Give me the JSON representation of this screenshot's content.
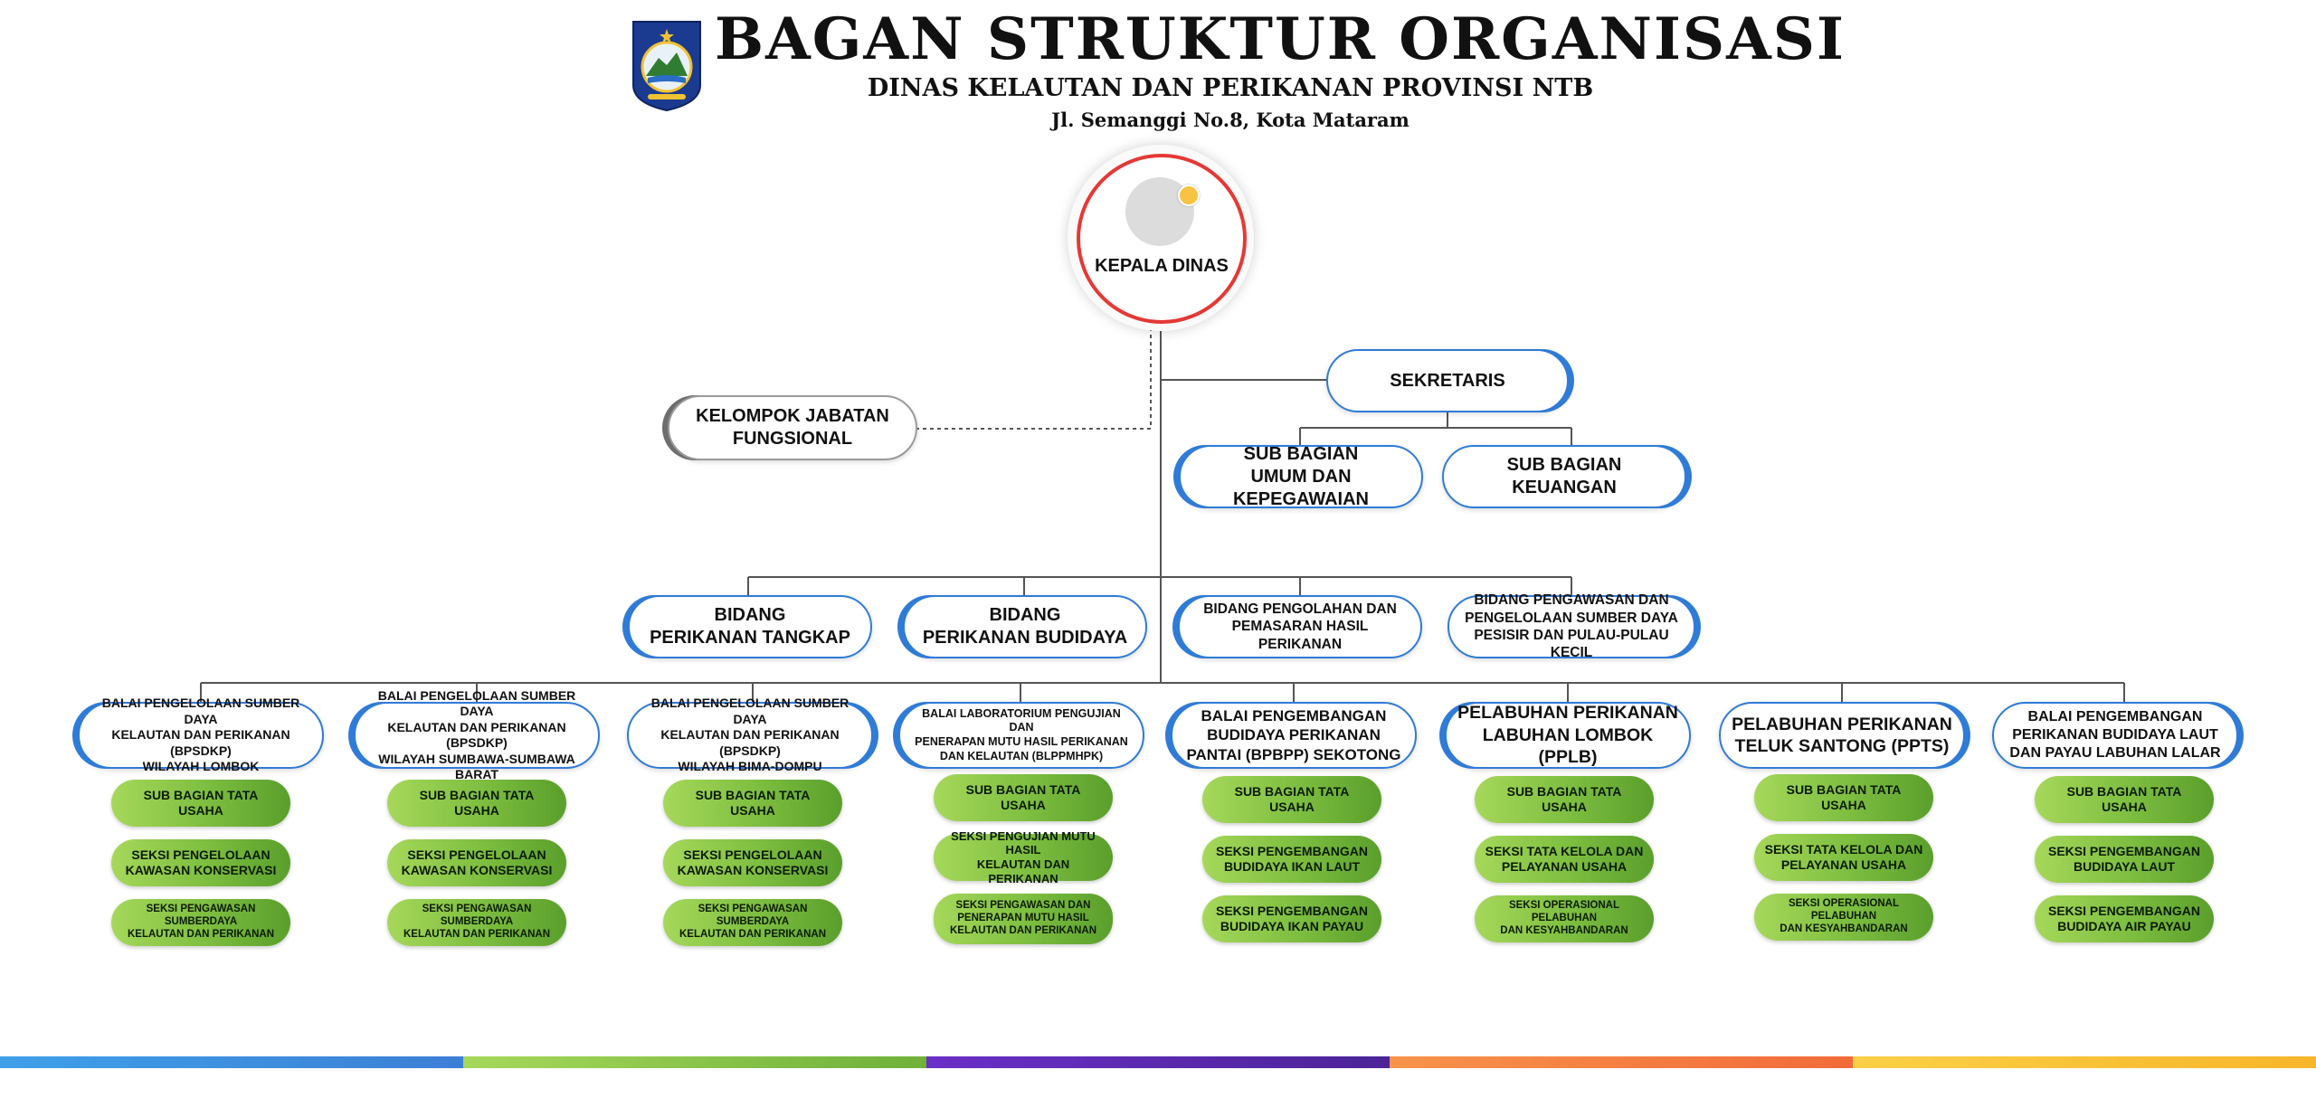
{
  "header": {
    "title": "BAGAN STRUKTUR ORGANISASI",
    "subtitle": "DINAS KELAUTAN DAN PERIKANAN PROVINSI NTB",
    "address": "Jl. Semanggi No.8, Kota Mataram"
  },
  "head": {
    "label": "KEPALA DINAS"
  },
  "fungsional": {
    "line1": "KELOMPOK JABATAN",
    "line2": "FUNGSIONAL"
  },
  "sekretaris": {
    "label": "SEKRETARIS"
  },
  "sub_bagian": [
    {
      "line1": "SUB BAGIAN",
      "line2": "UMUM DAN KEPEGAWAIAN"
    },
    {
      "line1": "SUB BAGIAN",
      "line2": "KEUANGAN"
    }
  ],
  "bidang": [
    {
      "line1": "BIDANG",
      "line2": "PERIKANAN TANGKAP"
    },
    {
      "line1": "BIDANG",
      "line2": "PERIKANAN BUDIDAYA"
    },
    {
      "line1": "BIDANG PENGOLAHAN DAN",
      "line2": "PEMASARAN HASIL PERIKANAN"
    },
    {
      "line1": "BIDANG PENGAWASAN DAN",
      "line2": "PENGELOLAAN SUMBER DAYA",
      "line3": "PESISIR DAN PULAU-PULAU KECIL"
    }
  ],
  "upt": [
    {
      "lines": [
        "BALAI PENGELOLAAN SUMBER DAYA",
        "KELAUTAN DAN PERIKANAN (BPSDKP)",
        "WILAYAH LOMBOK"
      ],
      "sections": [
        [
          "SUB BAGIAN TATA USAHA"
        ],
        [
          "SEKSI PENGELOLAAN",
          "KAWASAN KONSERVASI"
        ],
        [
          "SEKSI PENGAWASAN SUMBERDAYA",
          "KELAUTAN DAN PERIKANAN"
        ]
      ]
    },
    {
      "lines": [
        "BALAI PENGELOLAAN SUMBER DAYA",
        "KELAUTAN DAN PERIKANAN (BPSDKP)",
        "WILAYAH SUMBAWA-SUMBAWA BARAT"
      ],
      "sections": [
        [
          "SUB BAGIAN TATA USAHA"
        ],
        [
          "SEKSI PENGELOLAAN",
          "KAWASAN KONSERVASI"
        ],
        [
          "SEKSI PENGAWASAN SUMBERDAYA",
          "KELAUTAN DAN PERIKANAN"
        ]
      ]
    },
    {
      "lines": [
        "BALAI PENGELOLAAN SUMBER DAYA",
        "KELAUTAN DAN PERIKANAN (BPSDKP)",
        "WILAYAH BIMA-DOMPU"
      ],
      "sections": [
        [
          "SUB BAGIAN TATA USAHA"
        ],
        [
          "SEKSI PENGELOLAAN",
          "KAWASAN KONSERVASI"
        ],
        [
          "SEKSI PENGAWASAN SUMBERDAYA",
          "KELAUTAN DAN PERIKANAN"
        ]
      ]
    },
    {
      "lines": [
        "BALAI LABORATORIUM PENGUJIAN DAN",
        "PENERAPAN MUTU HASIL PERIKANAN",
        "DAN KELAUTAN (BLPPMHPK)"
      ],
      "sections": [
        [
          "SUB BAGIAN TATA USAHA"
        ],
        [
          "SEKSI PENGUJIAN MUTU HASIL",
          "KELAUTAN DAN PERIKANAN"
        ],
        [
          "SEKSI PENGAWASAN DAN",
          "PENERAPAN MUTU HASIL",
          "KELAUTAN DAN PERIKANAN"
        ]
      ]
    },
    {
      "lines": [
        "BALAI PENGEMBANGAN",
        "BUDIDAYA PERIKANAN",
        "PANTAI (BPBPP) SEKOTONG"
      ],
      "sections": [
        [
          "SUB BAGIAN TATA USAHA"
        ],
        [
          "SEKSI PENGEMBANGAN",
          "BUDIDAYA IKAN LAUT"
        ],
        [
          "SEKSI PENGEMBANGAN",
          "BUDIDAYA IKAN PAYAU"
        ]
      ]
    },
    {
      "lines": [
        "PELABUHAN PERIKANAN",
        "LABUHAN LOMBOK (PPLB)"
      ],
      "sections": [
        [
          "SUB BAGIAN TATA USAHA"
        ],
        [
          "SEKSI TATA KELOLA DAN",
          "PELAYANAN USAHA"
        ],
        [
          "SEKSI OPERASIONAL PELABUHAN",
          "DAN KESYAHBANDARAN"
        ]
      ]
    },
    {
      "lines": [
        "PELABUHAN PERIKANAN",
        "TELUK SANTONG (PPTS)"
      ],
      "sections": [
        [
          "SUB BAGIAN TATA USAHA"
        ],
        [
          "SEKSI TATA KELOLA DAN",
          "PELAYANAN USAHA"
        ],
        [
          "SEKSI OPERASIONAL PELABUHAN",
          "DAN KESYAHBANDARAN"
        ]
      ]
    },
    {
      "lines": [
        "BALAI PENGEMBANGAN",
        "PERIKANAN BUDIDAYA LAUT",
        "DAN PAYAU LABUHAN LALAR"
      ],
      "sections": [
        [
          "SUB BAGIAN TATA USAHA"
        ],
        [
          "SEKSI PENGEMBANGAN",
          "BUDIDAYA LAUT"
        ],
        [
          "SEKSI PENGEMBANGAN",
          "BUDIDAYA AIR PAYAU"
        ]
      ]
    }
  ],
  "colors": {
    "accent_blue": "#2f7bd8",
    "head_ring": "#e53935",
    "bar": [
      "#3fa0e8",
      "#8cc63f",
      "#6a2fc7",
      "#f26b3a",
      "#f9c22e"
    ]
  }
}
